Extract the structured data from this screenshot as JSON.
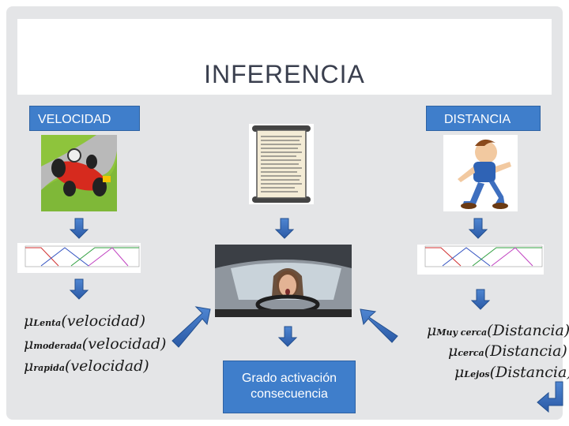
{
  "title": "INFERENCIA",
  "velocity_label": "VELOCIDAD",
  "distance_label": "DISTANCIA",
  "consequence_label": "Grado activación consecuencia",
  "velocity_terms": [
    {
      "sub": "Lenta",
      "arg": "(velocidad)"
    },
    {
      "sub": "moderada",
      "arg": "(velocidad)"
    },
    {
      "sub": "rapida",
      "arg": "(velocidad)"
    }
  ],
  "distance_terms": [
    {
      "sub": "Muy cerca",
      "arg": "(Distancia)"
    },
    {
      "sub": "cerca",
      "arg": "(Distancia)"
    },
    {
      "sub": "Lejos",
      "arg": "(Distancia)"
    }
  ],
  "colors": {
    "accent_blue": "#3f7ecb",
    "arrow_blue": "#3b6fc0",
    "slide_bg": "#e4e5e7"
  },
  "icons": [
    "race-car-image",
    "rules-scroll-image",
    "running-boy-image",
    "driver-woman-image",
    "arrow-down-icon",
    "arrow-diagonal-icon",
    "arrow-return-icon"
  ]
}
